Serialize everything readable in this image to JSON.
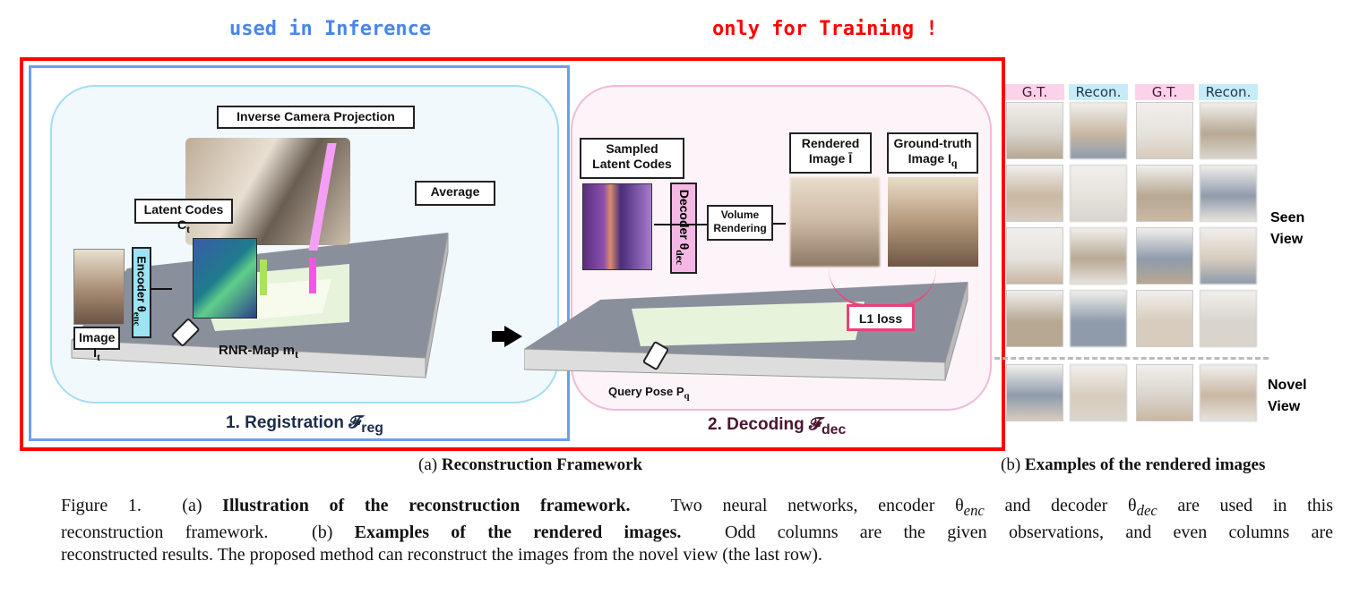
{
  "annotations": {
    "inference_label": "used in Inference",
    "training_label": "only for Training !",
    "inference_color": "#4a86e8",
    "training_color": "#ff0000"
  },
  "registration": {
    "title": "1. Registration 𝓕",
    "title_sub": "reg",
    "inverse_projection": "Inverse Camera Projection",
    "average": "Average",
    "latent_codes": "Latent Codes C",
    "latent_codes_sub": "t",
    "encoder": "Encoder θ",
    "encoder_sub": "enc",
    "image": "Image I",
    "image_sub": "t",
    "map": "RNR-Map m",
    "map_sub": "t"
  },
  "decoding": {
    "title": "2. Decoding 𝓕",
    "title_sub": "dec",
    "sampled_codes_1": "Sampled",
    "sampled_codes_2": "Latent Codes",
    "decoder": "Decoder θ",
    "decoder_sub": "dec",
    "volume_1": "Volume",
    "volume_2": "Rendering",
    "rendered_1": "Rendered",
    "rendered_2": "Image Ī",
    "gt_1": "Ground-truth",
    "gt_2": "Image I",
    "gt_sub": "q",
    "loss": "L1 loss",
    "query_pose": "Query Pose P",
    "query_pose_sub": "q"
  },
  "examples": {
    "headers": [
      "G.T.",
      "Recon.",
      "G.T.",
      "Recon."
    ],
    "seen_label_1": "Seen",
    "seen_label_2": "View",
    "novel_label_1": "Novel",
    "novel_label_2": "View",
    "seen_rows": 4,
    "novel_rows": 1
  },
  "subcaptions": {
    "a_prefix": "(a)",
    "a_text": "Reconstruction Framework",
    "b_prefix": "(b)",
    "b_text": "Examples of the rendered images"
  },
  "caption": {
    "fig": "Figure 1.",
    "a": "(a)",
    "a_bold": "Illustration of the reconstruction framework.",
    "a_rest_1": "Two neural networks, encoder θ",
    "enc_sub": "enc",
    "a_rest_2": "and decoder θ",
    "dec_sub": "dec",
    "a_rest_3": "are used in this",
    "line2_start": "reconstruction framework.",
    "b": "(b)",
    "b_bold": "Examples of the rendered images.",
    "b_rest": "Odd columns are the given observations, and even columns are",
    "line3": "reconstructed results. The proposed method can reconstruct the images from the novel view (the last row)."
  }
}
